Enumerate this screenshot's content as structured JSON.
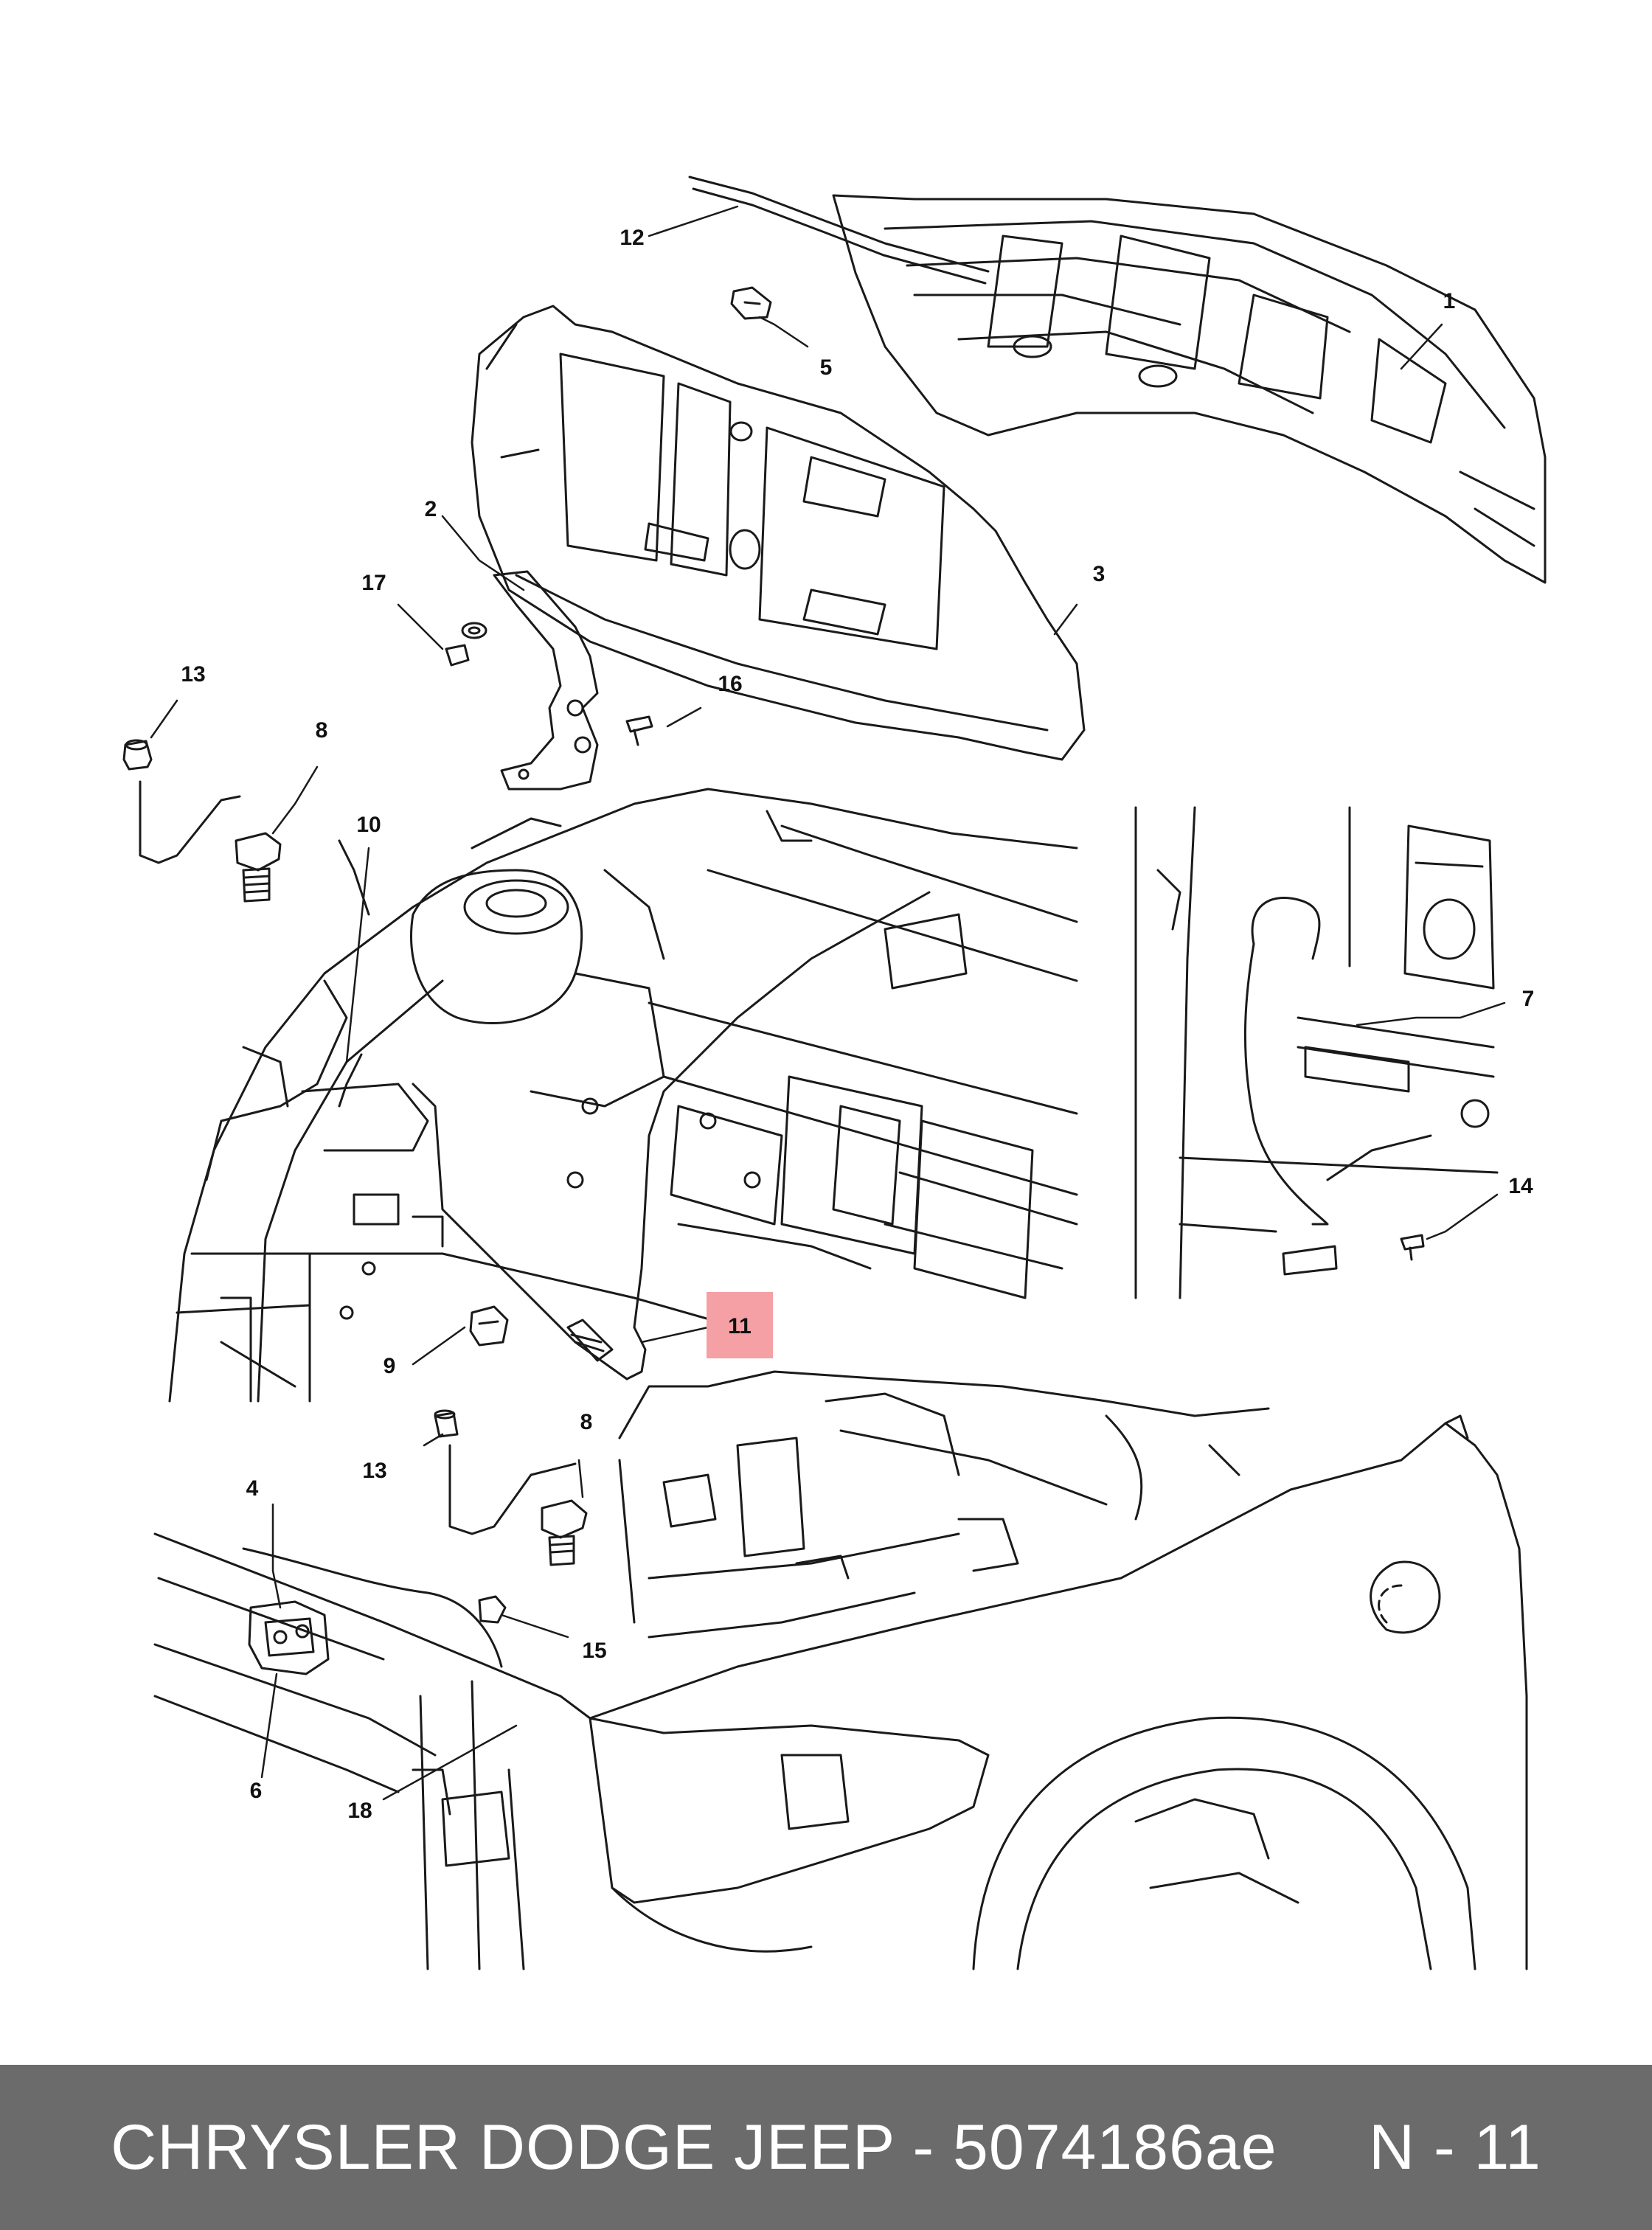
{
  "callouts": [
    {
      "id": "c1",
      "label": "1"
    },
    {
      "id": "c2",
      "label": "2"
    },
    {
      "id": "c3",
      "label": "3"
    },
    {
      "id": "c4",
      "label": "4"
    },
    {
      "id": "c5",
      "label": "5"
    },
    {
      "id": "c6",
      "label": "6"
    },
    {
      "id": "c7",
      "label": "7"
    },
    {
      "id": "c8a",
      "label": "8"
    },
    {
      "id": "c8b",
      "label": "8"
    },
    {
      "id": "c9",
      "label": "9"
    },
    {
      "id": "c10",
      "label": "10"
    },
    {
      "id": "c11",
      "label": "11",
      "highlighted": true
    },
    {
      "id": "c12",
      "label": "12"
    },
    {
      "id": "c13a",
      "label": "13"
    },
    {
      "id": "c13b",
      "label": "13"
    },
    {
      "id": "c14",
      "label": "14"
    },
    {
      "id": "c15",
      "label": "15"
    },
    {
      "id": "c16",
      "label": "16"
    },
    {
      "id": "c17",
      "label": "17"
    },
    {
      "id": "c18",
      "label": "18"
    }
  ],
  "footer": {
    "text": "CHRYSLER DODGE JEEP - 5074186ae     N - 11",
    "background": "#6b6b6b",
    "color": "#ffffff"
  },
  "colors": {
    "line": "#1a1a1a",
    "highlight": "#f4a0a4",
    "background": "#ffffff"
  }
}
